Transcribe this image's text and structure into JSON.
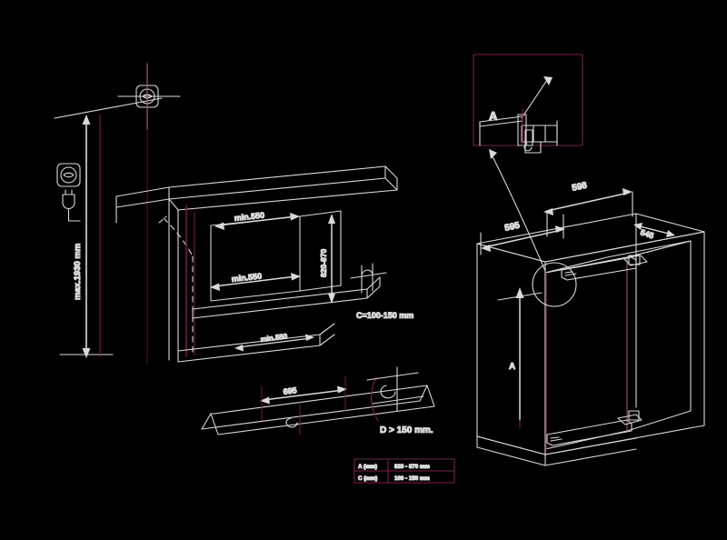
{
  "drawing": {
    "title": "Appliance Niche Installation Drawing",
    "background_color": "#000000",
    "line_color": "#d9d9d9",
    "accent_color": "#7a1f52",
    "detail_marker": "A"
  },
  "labels": {
    "max_height": "max.1930 mm",
    "niche_depth_top": "min.550",
    "niche_depth_bottom": "min.550",
    "niche_height_side": "820-870",
    "clearance_c": "C=100-150 mm",
    "niche_width_lower": "min.550",
    "plinth_width": "695",
    "door_clearance": "D > 150 mm.",
    "width_598": "598",
    "width_595": "595",
    "depth_545": "545",
    "dim_a": "A"
  },
  "icons": {
    "socket_upper": "power-socket-icon",
    "socket_lower": "power-socket-icon",
    "plug": "power-plug-icon",
    "detail_circle": "detail-callout-icon"
  },
  "spec_table": {
    "rows": [
      {
        "label": "A (mm)",
        "value": "820 - 870 mm"
      },
      {
        "label": "C (mm)",
        "value": "100 - 150 mm"
      }
    ]
  }
}
